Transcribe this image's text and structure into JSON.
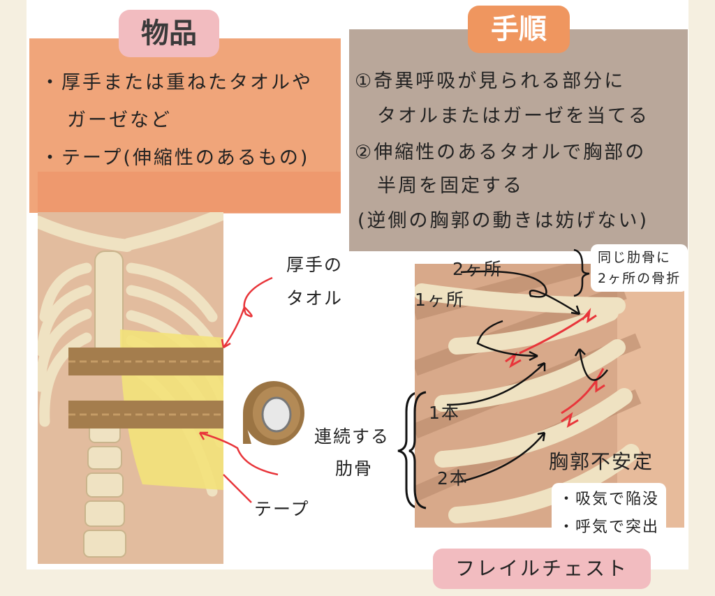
{
  "items_section": {
    "title": "物品",
    "lines": [
      "・厚手または重ねたタオルや",
      "ガーゼなど",
      "・テープ(伸縮性のあるもの)"
    ]
  },
  "steps_section": {
    "title": "手順",
    "lines": [
      "①奇異呼吸が見られる部分に",
      "タオルまたはガーゼを当てる",
      "②伸縮性のあるタオルで胸部の",
      "半周を固定する",
      "(逆側の胸郭の動きは妨げない)"
    ]
  },
  "left_labels": {
    "towel_line1": "厚手の",
    "towel_line2": "タオル",
    "ribs_line1": "連続する",
    "ribs_line2": "肋骨",
    "tape": "テープ"
  },
  "right_labels": {
    "two_places": "2ヶ所",
    "one_place": "1ヶ所",
    "one_rib": "1本",
    "two_ribs": "2本",
    "instability": "胸郭不安定"
  },
  "notes": {
    "same_rib_line1": "同じ肋骨に",
    "same_rib_line2": "2ヶ所の骨折",
    "inhale": "・吸気で陥没",
    "exhale": "・呼気で突出"
  },
  "badge": "フレイルチェスト",
  "colors": {
    "items_panel": "#f0a57a",
    "steps_panel": "#b9a79a",
    "pink_tag": "#f2bcc0",
    "orange_tag": "#ef965f",
    "fracture_red": "#e8353a"
  }
}
